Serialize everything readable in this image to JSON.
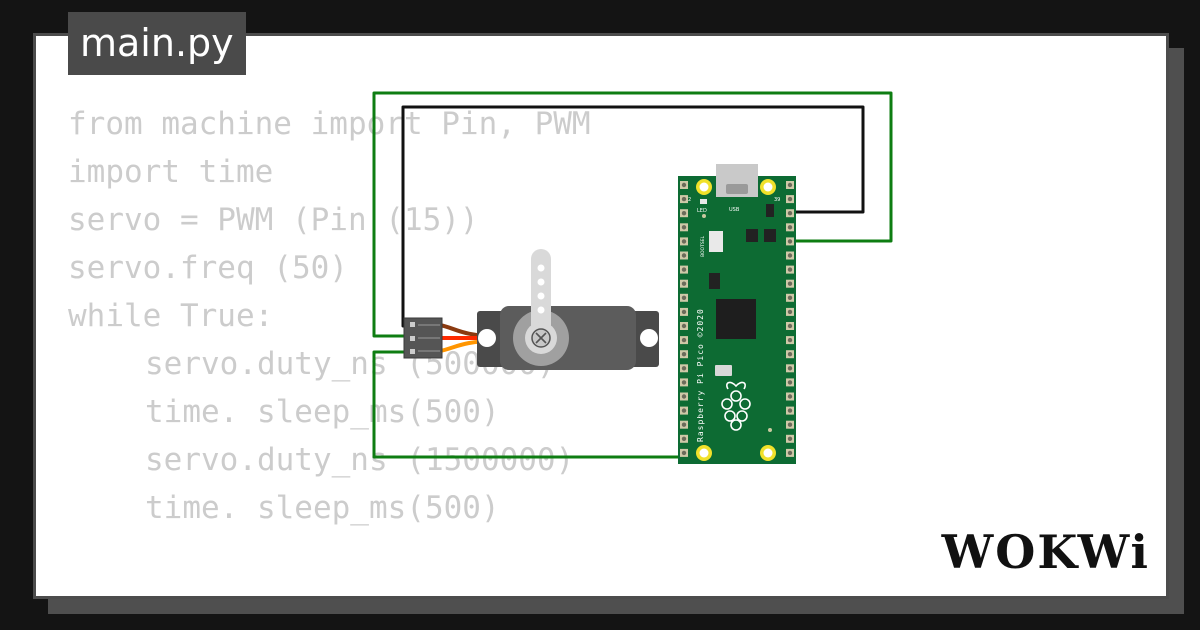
{
  "editor": {
    "file_name": "main.py",
    "code_lines": [
      {
        "text": "from machine import Pin, PWM",
        "indent": false
      },
      {
        "text": "import time",
        "indent": false
      },
      {
        "text": "servo = PWM (Pin (15))",
        "indent": false
      },
      {
        "text": "servo.freq (50)",
        "indent": false
      },
      {
        "text": "while True:",
        "indent": false
      },
      {
        "text": "servo.duty_ns (500000)",
        "indent": true
      },
      {
        "text": "time. sleep_ms(500)",
        "indent": true
      },
      {
        "text": "servo.duty_ns (1500000)",
        "indent": true
      },
      {
        "text": "time. sleep_ms(500)",
        "indent": true
      }
    ]
  },
  "board": {
    "silk_led": "LED",
    "silk_usb": "USB",
    "silk_pin1": "2",
    "silk_pin40": "39",
    "silk_bootsel": "BOOTSEL",
    "silk_name": "Raspberry Pi Pico ©2020"
  },
  "brand": {
    "name": "WOKWi"
  },
  "colors": {
    "wire_green": "#0e7d12",
    "wire_black": "#111111",
    "pcb_green": "#0d6b33",
    "servo_body": "#5c5c5c"
  },
  "icons": [
    "servo-motor-icon",
    "raspberry-pi-logo-icon",
    "usb-connector-icon"
  ]
}
